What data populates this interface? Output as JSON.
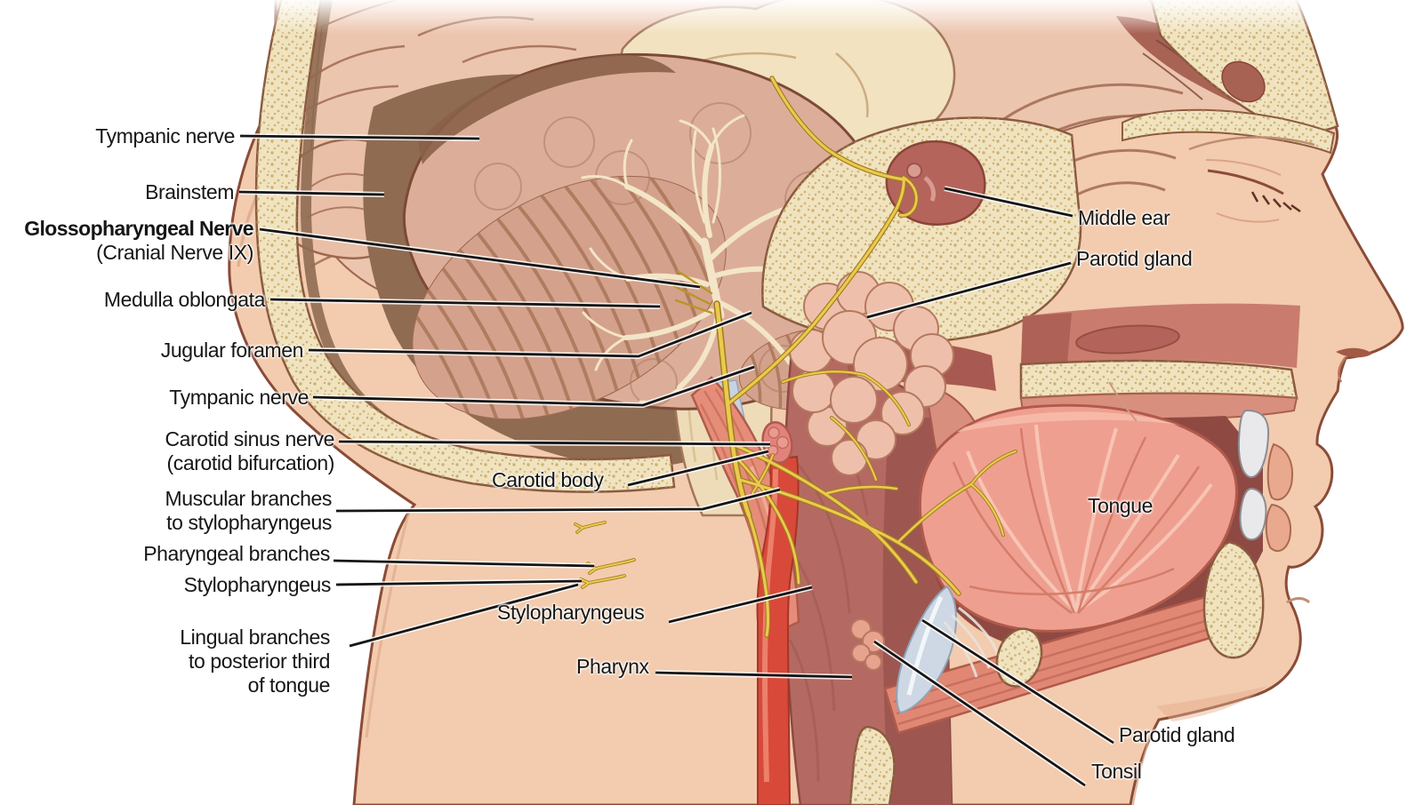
{
  "labels": [
    {
      "text": "Tympanic nerve"
    },
    {
      "text": "Brainstem"
    },
    {
      "text": "Glossopharyngeal Nerve",
      "sub": "(Cranial Nerve IX)"
    },
    {
      "text": "Medulla oblongata"
    },
    {
      "text": "Jugular foramen"
    },
    {
      "text": "Tympanic nerve"
    },
    {
      "text": "Carotid sinus nerve",
      "sub": "(carotid bifurcation)"
    },
    {
      "text": "Muscular branches",
      "sub": "to stylopharyngeus"
    },
    {
      "text": "Pharyngeal branches"
    },
    {
      "text": "Stylopharyngeus"
    },
    {
      "text": "Lingual branches",
      "sub": "to posterior third",
      "sub2": "of tongue"
    },
    {
      "text": "Carotid body"
    },
    {
      "text": "Stylopharyngeus"
    },
    {
      "text": "Pharynx"
    },
    {
      "text": "Middle ear"
    },
    {
      "text": "Parotid gland"
    },
    {
      "text": "Tongue"
    },
    {
      "text": "Parotid gland"
    },
    {
      "text": "Tonsil"
    }
  ],
  "palette": {
    "background": "#ffffff",
    "label_text": "#161616",
    "leader_line": "#161616",
    "skin": "#f3cbae",
    "bone": "#f0e3bf",
    "nerve_yellow": "#ecc94e",
    "artery_red": "#d8493a",
    "muscle": "#e58d78",
    "tongue_pink": "#ef9f90",
    "cerebellum": "#dcae99"
  }
}
